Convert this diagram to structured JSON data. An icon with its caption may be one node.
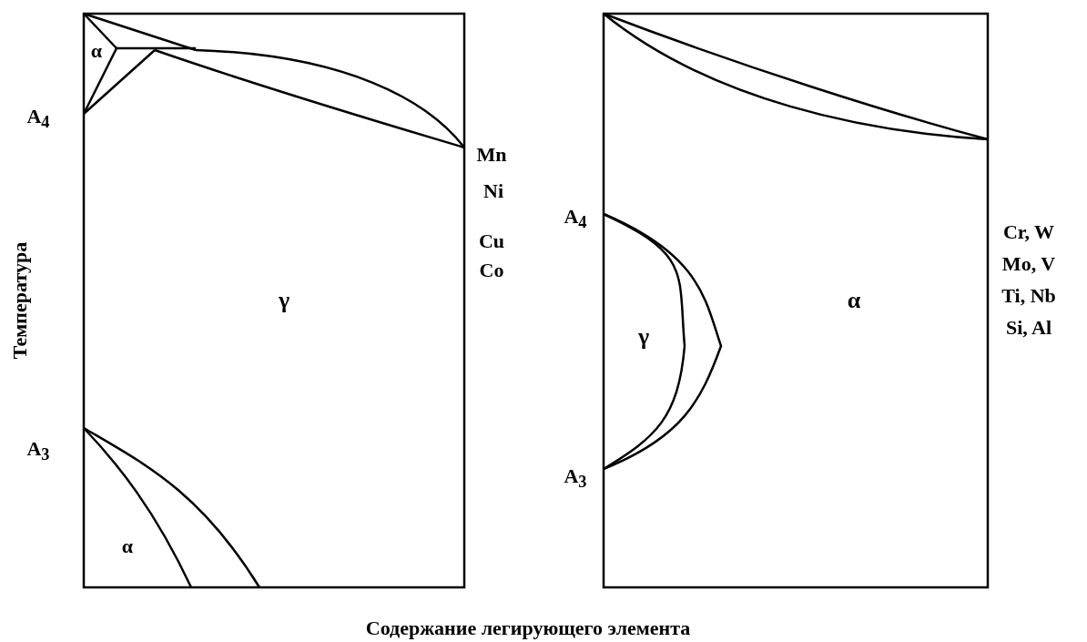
{
  "diagram": {
    "labels": [
      "α",
      "A$_{4}$",
      "Mn",
      "Ni",
      "Температура",
      "Cr, W",
      "A$_{4}$",
      "Cu",
      "Mo, V",
      "Co",
      "γ",
      "α",
      "Ti, Nb",
      "γ",
      "Si, Al",
      "A$_{3}$",
      "A$_{3}$",
      "α",
      "Содержание легирующего элемента"
    ]
  }
}
